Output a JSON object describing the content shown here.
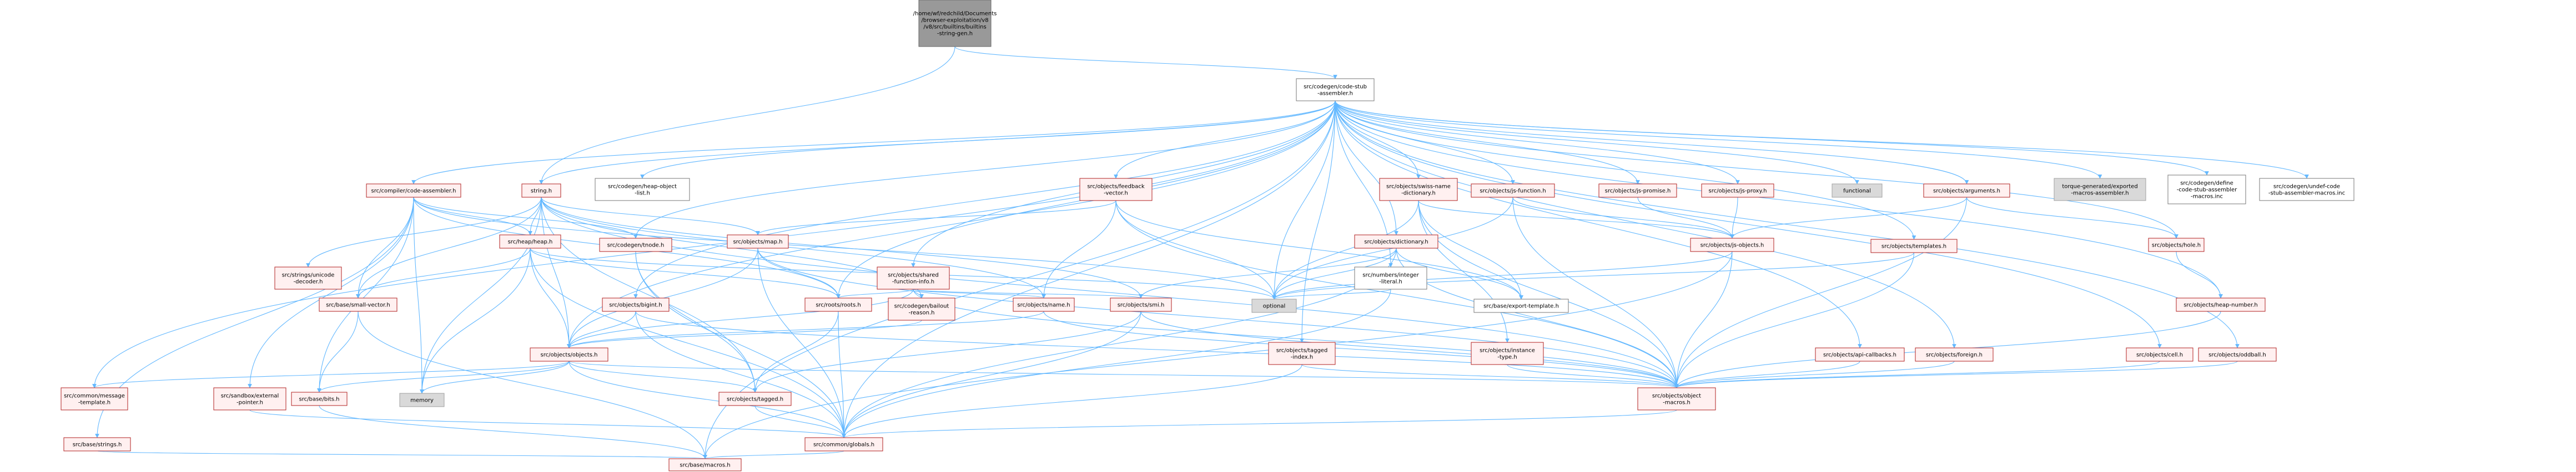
{
  "colors": {
    "edge": "#63b8ff",
    "red_border": "#b22222",
    "red_fill": "#fff0f0",
    "gray_fill": "#d9d9d9",
    "dark_fill": "#999999"
  },
  "nodes": [
    {
      "id": "root",
      "lines": [
        "/home/wf/redchild/Documents",
        "/browser-exploitation/v8",
        "/v8/src/builtins/builtins",
        "-string-gen.h"
      ],
      "style": "dark"
    },
    {
      "id": "csa",
      "lines": [
        "src/codegen/code-stub",
        "-assembler.h"
      ],
      "style": "white"
    },
    {
      "id": "comp_ca",
      "lines": [
        "src/compiler/code-assembler.h"
      ],
      "style": "red"
    },
    {
      "id": "string",
      "lines": [
        "string.h"
      ],
      "style": "red"
    },
    {
      "id": "heap_obj_list",
      "lines": [
        "src/codegen/heap-object",
        "-list.h"
      ],
      "style": "white"
    },
    {
      "id": "feedback",
      "lines": [
        "src/objects/feedback",
        "-vector.h"
      ],
      "style": "red"
    },
    {
      "id": "numbers_int",
      "lines": [
        "src/numbers/integer",
        "-literal.h"
      ],
      "style": "white"
    },
    {
      "id": "swiss",
      "lines": [
        "src/objects/swiss-name",
        "-dictionary.h"
      ],
      "style": "red"
    },
    {
      "id": "js_function",
      "lines": [
        "src/objects/js-function.h"
      ],
      "style": "red"
    },
    {
      "id": "js_promise",
      "lines": [
        "src/objects/js-promise.h"
      ],
      "style": "red"
    },
    {
      "id": "js_proxy",
      "lines": [
        "src/objects/js-proxy.h"
      ],
      "style": "red"
    },
    {
      "id": "functional",
      "lines": [
        "functional"
      ],
      "style": "gray"
    },
    {
      "id": "arguments",
      "lines": [
        "src/objects/arguments.h"
      ],
      "style": "red"
    },
    {
      "id": "torque",
      "lines": [
        "torque-generated/exported",
        "-macros-assembler.h"
      ],
      "style": "gray"
    },
    {
      "id": "define_csa",
      "lines": [
        "src/codegen/define",
        "-code-stub-assembler",
        "-macros.inc"
      ],
      "style": "white"
    },
    {
      "id": "undef_csa",
      "lines": [
        "src/codegen/undef-code",
        "-stub-assembler-macros.inc"
      ],
      "style": "white"
    },
    {
      "id": "unicode",
      "lines": [
        "src/strings/unicode",
        "-decoder.h"
      ],
      "style": "red"
    },
    {
      "id": "heap",
      "lines": [
        "src/heap/heap.h"
      ],
      "style": "red"
    },
    {
      "id": "tnode",
      "lines": [
        "src/codegen/tnode.h"
      ],
      "style": "red"
    },
    {
      "id": "map",
      "lines": [
        "src/objects/map.h"
      ],
      "style": "red"
    },
    {
      "id": "shared_fi",
      "lines": [
        "src/objects/shared",
        "-function-info.h"
      ],
      "style": "red"
    },
    {
      "id": "dictionary",
      "lines": [
        "src/objects/dictionary.h"
      ],
      "style": "red"
    },
    {
      "id": "js_objects",
      "lines": [
        "src/objects/js-objects.h"
      ],
      "style": "red"
    },
    {
      "id": "templates",
      "lines": [
        "src/objects/templates.h"
      ],
      "style": "red"
    },
    {
      "id": "hole",
      "lines": [
        "src/objects/hole.h"
      ],
      "style": "red"
    },
    {
      "id": "small_vector",
      "lines": [
        "src/base/small-vector.h"
      ],
      "style": "red"
    },
    {
      "id": "bigint",
      "lines": [
        "src/objects/bigint.h"
      ],
      "style": "red"
    },
    {
      "id": "roots",
      "lines": [
        "src/roots/roots.h"
      ],
      "style": "red"
    },
    {
      "id": "bailout",
      "lines": [
        "src/codegen/bailout",
        "-reason.h"
      ],
      "style": "red"
    },
    {
      "id": "name",
      "lines": [
        "src/objects/name.h"
      ],
      "style": "red"
    },
    {
      "id": "smi",
      "lines": [
        "src/objects/smi.h"
      ],
      "style": "red"
    },
    {
      "id": "optional",
      "lines": [
        "optional"
      ],
      "style": "gray"
    },
    {
      "id": "export_template",
      "lines": [
        "src/base/export-template.h"
      ],
      "style": "white"
    },
    {
      "id": "heap_number",
      "lines": [
        "src/objects/heap-number.h"
      ],
      "style": "red"
    },
    {
      "id": "objects",
      "lines": [
        "src/objects/objects.h"
      ],
      "style": "red"
    },
    {
      "id": "tagged_index",
      "lines": [
        "src/objects/tagged",
        "-index.h"
      ],
      "style": "red"
    },
    {
      "id": "instance_type",
      "lines": [
        "src/objects/instance",
        "-type.h"
      ],
      "style": "red"
    },
    {
      "id": "api_callbacks",
      "lines": [
        "src/objects/api-callbacks.h"
      ],
      "style": "red"
    },
    {
      "id": "foreign",
      "lines": [
        "src/objects/foreign.h"
      ],
      "style": "red"
    },
    {
      "id": "cell",
      "lines": [
        "src/objects/cell.h"
      ],
      "style": "red"
    },
    {
      "id": "oddball",
      "lines": [
        "src/objects/oddball.h"
      ],
      "style": "red"
    },
    {
      "id": "message_template",
      "lines": [
        "src/common/message",
        "-template.h"
      ],
      "style": "red"
    },
    {
      "id": "sandbox_ext",
      "lines": [
        "src/sandbox/external",
        "-pointer.h"
      ],
      "style": "red"
    },
    {
      "id": "bits",
      "lines": [
        "src/base/bits.h"
      ],
      "style": "red"
    },
    {
      "id": "memory",
      "lines": [
        "memory"
      ],
      "style": "gray"
    },
    {
      "id": "tagged",
      "lines": [
        "src/objects/tagged.h"
      ],
      "style": "red"
    },
    {
      "id": "object_macros",
      "lines": [
        "src/objects/object",
        "-macros.h"
      ],
      "style": "red"
    },
    {
      "id": "strings",
      "lines": [
        "src/base/strings.h"
      ],
      "style": "red"
    },
    {
      "id": "globals",
      "lines": [
        "src/common/globals.h"
      ],
      "style": "red"
    },
    {
      "id": "macros",
      "lines": [
        "src/base/macros.h"
      ],
      "style": "red"
    }
  ]
}
